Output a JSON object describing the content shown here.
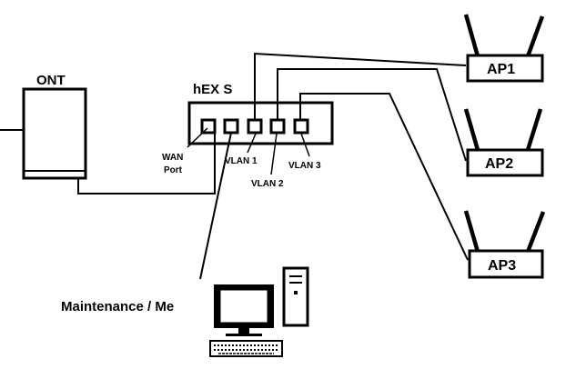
{
  "devices": {
    "ont": "ONT",
    "router": "hEX S",
    "ap1": "AP1",
    "ap2": "AP2",
    "ap3": "AP3",
    "maintenance": "Maintenance / Me"
  },
  "ports": {
    "wan_line1": "WAN",
    "wan_line2": "Port",
    "vlan1": "VLAN 1",
    "vlan2": "VLAN 2",
    "vlan3": "VLAN 3"
  },
  "colors": {
    "line": "#000000",
    "background": "#ffffff"
  }
}
